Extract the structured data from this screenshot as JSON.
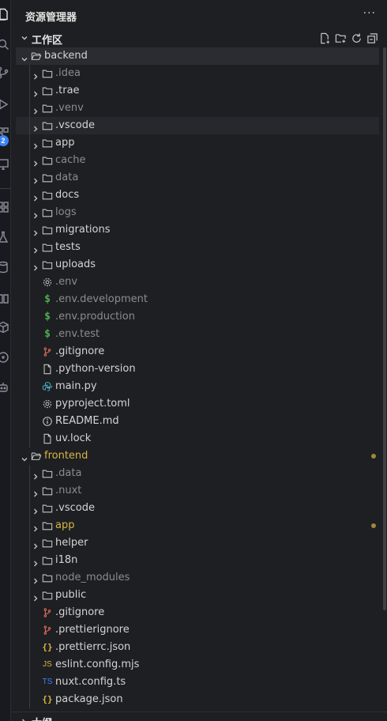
{
  "explorer": {
    "title": "资源管理器",
    "more": "···",
    "workspace_title": "工作区",
    "outline_title": "大纲"
  },
  "activity": {
    "badge_count": "2"
  },
  "colors": {
    "modified": "#d8b544",
    "dim": "#8c8c8c",
    "folder": "#c5c5c5",
    "dotenv": "#4caf50",
    "git": "#e06c5a",
    "json": "#d8b544",
    "python": "#4fb0c6",
    "js": "#d8b544",
    "ts": "#3b82f6"
  },
  "tree": [
    {
      "label": "backend",
      "type": "folder",
      "open": true,
      "depth": 0,
      "state": "normal",
      "selected": true
    },
    {
      "label": ".idea",
      "type": "folder",
      "depth": 1,
      "state": "dim"
    },
    {
      "label": ".trae",
      "type": "folder",
      "depth": 1,
      "state": "normal"
    },
    {
      "label": ".venv",
      "type": "folder",
      "depth": 1,
      "state": "dim"
    },
    {
      "label": ".vscode",
      "type": "folder",
      "depth": 1,
      "state": "normal",
      "hover": true
    },
    {
      "label": "app",
      "type": "folder",
      "depth": 1,
      "state": "normal"
    },
    {
      "label": "cache",
      "type": "folder",
      "depth": 1,
      "state": "dim"
    },
    {
      "label": "data",
      "type": "folder",
      "depth": 1,
      "state": "dim"
    },
    {
      "label": "docs",
      "type": "folder",
      "depth": 1,
      "state": "normal"
    },
    {
      "label": "logs",
      "type": "folder",
      "depth": 1,
      "state": "dim"
    },
    {
      "label": "migrations",
      "type": "folder",
      "depth": 1,
      "state": "normal"
    },
    {
      "label": "tests",
      "type": "folder",
      "depth": 1,
      "state": "normal"
    },
    {
      "label": "uploads",
      "type": "folder",
      "depth": 1,
      "state": "normal"
    },
    {
      "label": ".env",
      "type": "file",
      "icon": "gear",
      "depth": 1,
      "state": "dim"
    },
    {
      "label": ".env.development",
      "type": "file",
      "icon": "dollar",
      "depth": 1,
      "state": "dim"
    },
    {
      "label": ".env.production",
      "type": "file",
      "icon": "dollar",
      "depth": 1,
      "state": "dim"
    },
    {
      "label": ".env.test",
      "type": "file",
      "icon": "dollar",
      "depth": 1,
      "state": "dim"
    },
    {
      "label": ".gitignore",
      "type": "file",
      "icon": "git",
      "depth": 1,
      "state": "normal"
    },
    {
      "label": ".python-version",
      "type": "file",
      "icon": "file",
      "depth": 1,
      "state": "normal"
    },
    {
      "label": "main.py",
      "type": "file",
      "icon": "python",
      "depth": 1,
      "state": "normal"
    },
    {
      "label": "pyproject.toml",
      "type": "file",
      "icon": "gear",
      "depth": 1,
      "state": "normal"
    },
    {
      "label": "README.md",
      "type": "file",
      "icon": "info",
      "depth": 1,
      "state": "normal"
    },
    {
      "label": "uv.lock",
      "type": "file",
      "icon": "file",
      "depth": 1,
      "state": "normal"
    },
    {
      "label": "frontend",
      "type": "folder",
      "open": true,
      "depth": 0,
      "state": "modified",
      "dot": true
    },
    {
      "label": ".data",
      "type": "folder",
      "depth": 1,
      "state": "dim"
    },
    {
      "label": ".nuxt",
      "type": "folder",
      "depth": 1,
      "state": "dim"
    },
    {
      "label": ".vscode",
      "type": "folder",
      "depth": 1,
      "state": "normal"
    },
    {
      "label": "app",
      "type": "folder",
      "depth": 1,
      "state": "modified",
      "dot": true
    },
    {
      "label": "helper",
      "type": "folder",
      "depth": 1,
      "state": "normal"
    },
    {
      "label": "i18n",
      "type": "folder",
      "depth": 1,
      "state": "normal"
    },
    {
      "label": "node_modules",
      "type": "folder",
      "depth": 1,
      "state": "dim"
    },
    {
      "label": "public",
      "type": "folder",
      "depth": 1,
      "state": "normal"
    },
    {
      "label": ".gitignore",
      "type": "file",
      "icon": "git",
      "depth": 1,
      "state": "normal"
    },
    {
      "label": ".prettierignore",
      "type": "file",
      "icon": "git",
      "depth": 1,
      "state": "normal"
    },
    {
      "label": ".prettierrc.json",
      "type": "file",
      "icon": "json",
      "depth": 1,
      "state": "normal"
    },
    {
      "label": "eslint.config.mjs",
      "type": "file",
      "icon": "js",
      "depth": 1,
      "state": "normal"
    },
    {
      "label": "nuxt.config.ts",
      "type": "file",
      "icon": "ts",
      "depth": 1,
      "state": "normal"
    },
    {
      "label": "package.json",
      "type": "file",
      "icon": "json",
      "depth": 1,
      "state": "normal"
    }
  ]
}
